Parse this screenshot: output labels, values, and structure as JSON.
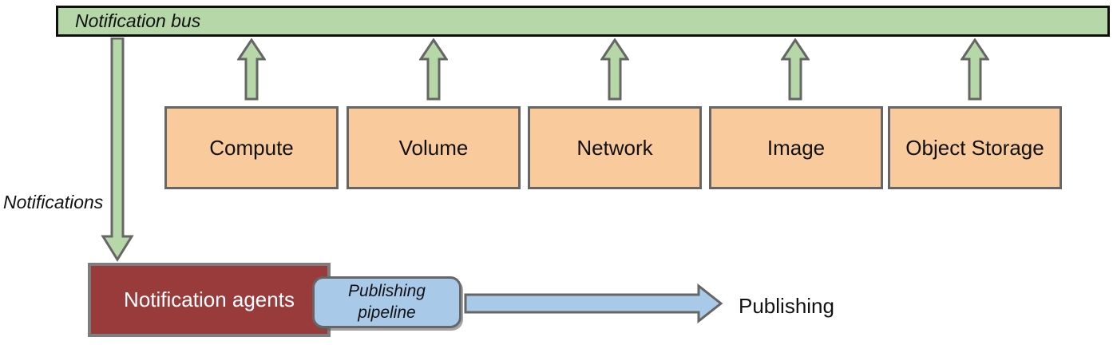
{
  "diagram": {
    "bus_label": "Notification bus",
    "services": [
      "Compute",
      "Volume",
      "Network",
      "Image",
      "Object Storage"
    ],
    "notifications_arrow_label": "Notifications",
    "agents_label": "Notification agents",
    "pipeline_label": "Publishing pipeline",
    "publishing_label": "Publishing",
    "colors": {
      "bus_fill": "#b6d7a8",
      "bus_border": "#0f0f0f",
      "arrow_green_fill": "#b6d7a8",
      "arrow_outline_gray": "#666666",
      "service_fill": "#f9cb9c",
      "agents_fill": "#9a3b3b",
      "agents_text": "#ffffff",
      "pipeline_fill": "#a9c9e9",
      "arrow_blue_fill": "#a9c9e9",
      "text": "#111111"
    }
  }
}
